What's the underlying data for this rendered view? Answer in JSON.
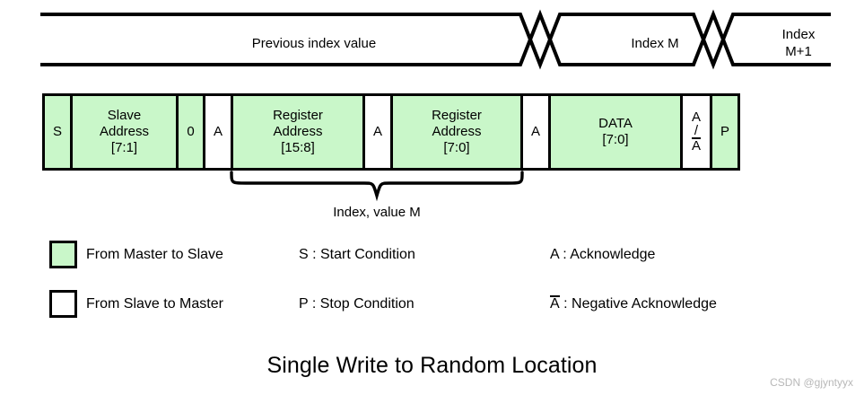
{
  "figure": {
    "title": "Single Write to Random Location",
    "watermark": "CSDN @gjyntyyx"
  },
  "index_waveform": {
    "segments": [
      {
        "label": "Previous index value"
      },
      {
        "label": "Index M"
      },
      {
        "label": "Index\nM+1"
      }
    ]
  },
  "packet": {
    "cells": [
      {
        "name": "start",
        "text": "S",
        "source": "master",
        "width": 31
      },
      {
        "name": "slave-address",
        "text": "Slave\nAddress\n[7:1]",
        "source": "master",
        "width": 118
      },
      {
        "name": "rw-bit",
        "text": "0",
        "source": "master",
        "width": 30
      },
      {
        "name": "ack-1",
        "text": "A",
        "source": "slave",
        "width": 31
      },
      {
        "name": "register-address-high",
        "text": "Register\nAddress\n[15:8]",
        "source": "master",
        "width": 147
      },
      {
        "name": "ack-2",
        "text": "A",
        "source": "slave",
        "width": 31
      },
      {
        "name": "register-address-low",
        "text": "Register\nAddress\n[7:0]",
        "source": "master",
        "width": 145
      },
      {
        "name": "ack-3",
        "text": "A",
        "source": "slave",
        "width": 31
      },
      {
        "name": "data-byte",
        "text": "DATA\n[7:0]",
        "source": "master",
        "width": 147
      },
      {
        "name": "ack-or-nack",
        "text": "A / A",
        "source": "slave",
        "width": 33,
        "stacked": [
          "A",
          "/",
          "A"
        ],
        "overbar_last": true
      },
      {
        "name": "stop",
        "text": "P",
        "source": "master",
        "width": 28
      }
    ]
  },
  "brace": {
    "label": "Index, value M"
  },
  "legend": {
    "swatches": [
      {
        "name": "master-to-slave",
        "label": "From Master to Slave",
        "color": "#c9f7c9"
      },
      {
        "name": "slave-to-master",
        "label": "From Slave to Master",
        "color": "#ffffff"
      }
    ],
    "abbreviations": [
      {
        "name": "start-condition",
        "label": "S : Start Condition"
      },
      {
        "name": "stop-condition",
        "label": "P : Stop Condition"
      },
      {
        "name": "acknowledge",
        "label": "A : Acknowledge"
      },
      {
        "name": "negative-acknowledge",
        "prefix": "A",
        "label": " : Negative Acknowledge"
      }
    ]
  },
  "colors": {
    "master_fill": "#c9f7c9",
    "slave_fill": "#ffffff",
    "line": "#000000",
    "watermark": "#b8b8b8"
  }
}
